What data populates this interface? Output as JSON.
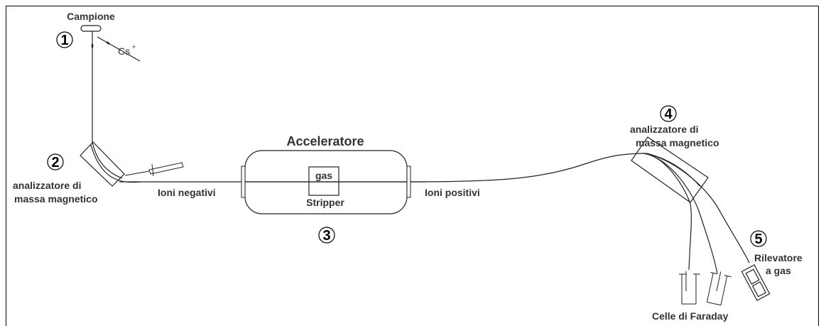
{
  "labels": {
    "sample": "Campione",
    "cs": "Cs",
    "cs_sup": "+",
    "analyzer_left_1": "analizzatore di",
    "analyzer_left_2": "massa magnetico",
    "negative_ions": "Ioni negativi",
    "accelerator": "Acceleratore",
    "gas": "gas",
    "stripper": "Stripper",
    "positive_ions": "Ioni positivi",
    "analyzer_right_1": "analizzatore di",
    "analyzer_right_2": "massa magnetico",
    "detector_1": "Rilevatore",
    "detector_2": "a gas",
    "faraday": "Celle di Faraday"
  },
  "steps": [
    "1",
    "2",
    "3",
    "4",
    "5"
  ]
}
